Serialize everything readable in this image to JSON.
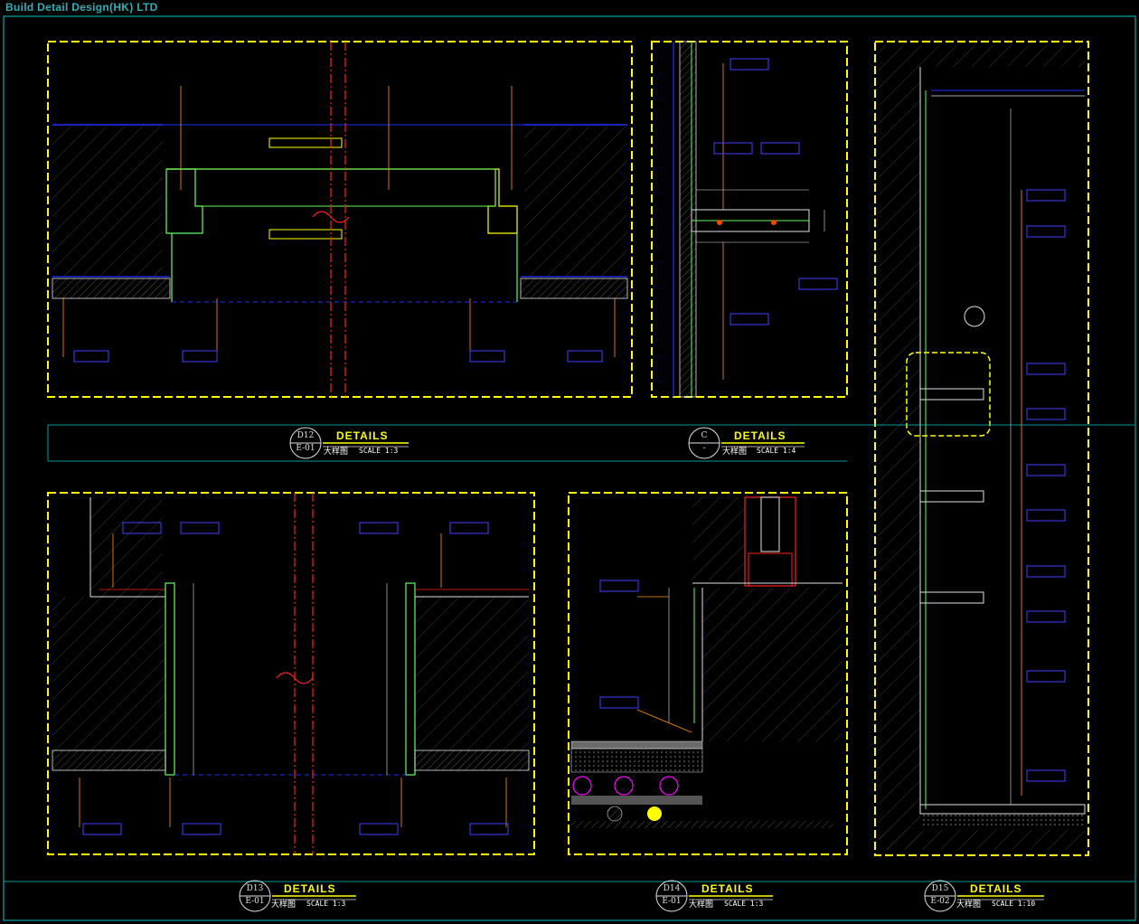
{
  "company": "Build Detail Design(HK) LTD",
  "details": [
    {
      "code_top": "D12",
      "code_bottom": "E-01",
      "title": "DETAILS",
      "subtitle": "大样图",
      "scale": "SCALE 1:3"
    },
    {
      "code_top": "C",
      "code_bottom": "-",
      "title": "DETAILS",
      "subtitle": "大样图",
      "scale": "SCALE 1:4"
    },
    {
      "code_top": "D13",
      "code_bottom": "E-01",
      "title": "DETAILS",
      "subtitle": "大样图",
      "scale": "SCALE 1:3"
    },
    {
      "code_top": "D14",
      "code_bottom": "E-01",
      "title": "DETAILS",
      "subtitle": "大样图",
      "scale": "SCALE 1:3"
    },
    {
      "code_top": "D15",
      "code_bottom": "E-02",
      "title": "DETAILS",
      "subtitle": "大样图",
      "scale": "SCALE 1:10"
    }
  ],
  "colors": {
    "background": "#000000",
    "frame": "#ffff00",
    "line_blue": "#2030ff",
    "line_cyan": "#00c8c8",
    "line_green": "#60ff60",
    "line_white": "#e0e0e0",
    "line_orange": "#ff9900",
    "line_red": "#ff2020",
    "line_magenta": "#ff00ff",
    "tag_box": "#4040ff"
  }
}
